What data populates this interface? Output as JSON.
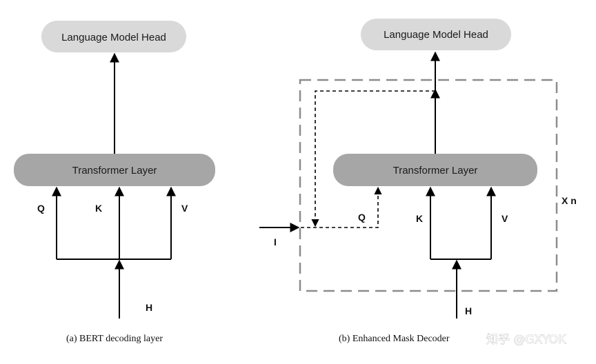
{
  "panel_a": {
    "lm_head_label": "Language Model Head",
    "transformer_label": "Transformer Layer",
    "q": "Q",
    "k": "K",
    "v": "V",
    "h": "H",
    "caption": "(a) BERT decoding layer"
  },
  "panel_b": {
    "lm_head_label": "Language Model Head",
    "transformer_label": "Transformer Layer",
    "q": "Q",
    "k": "K",
    "v": "V",
    "h": "H",
    "i": "I",
    "repeat": "X n",
    "caption": "(b) Enhanced Mask Decoder"
  },
  "watermark": "知乎 @GXYOK",
  "colors": {
    "lm_head_fill": "#d9d9d9",
    "transformer_fill": "#a6a6a6",
    "dashed_border": "#8c8c8c",
    "lines": "#000000"
  }
}
